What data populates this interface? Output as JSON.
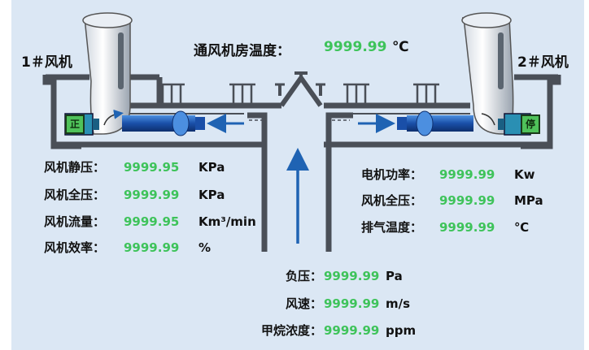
{
  "header": {
    "room_temp_label": "通风机房温度：",
    "room_temp_value": "9999.99",
    "room_temp_unit": "℃"
  },
  "fans": {
    "fan1_name": "1＃风机",
    "fan2_name": "2＃风机",
    "fan1_state": "正",
    "fan2_state": "停"
  },
  "left_params": [
    {
      "label": "风机静压：",
      "value": "9999.95",
      "unit": "KPa"
    },
    {
      "label": "风机全压：",
      "value": "9999.99",
      "unit": "KPa"
    },
    {
      "label": "风机流量：",
      "value": "9999.95",
      "unit": "Km³/min"
    },
    {
      "label": "风机效率：",
      "value": "9999.99",
      "unit": "%"
    }
  ],
  "right_params": [
    {
      "label": "电机功率：",
      "value": "9999.99",
      "unit": "Kw"
    },
    {
      "label": "风机全压：",
      "value": "9999.99",
      "unit": "MPa"
    },
    {
      "label": "排气温度：",
      "value": "9999.99",
      "unit": "℃"
    }
  ],
  "bottom_params": [
    {
      "label": "负压：",
      "value": "9999.99",
      "unit": "Pa"
    },
    {
      "label": "风速：",
      "value": "9999.99",
      "unit": "m/s"
    },
    {
      "label": "甲烷浓度：",
      "value": "9999.99",
      "unit": "ppm"
    }
  ],
  "colors": {
    "panel_bg": "#dbe7f4",
    "value_green": "#3ec35a",
    "duct_dark": "#4a4f57",
    "arrow_blue": "#1f63b3"
  }
}
